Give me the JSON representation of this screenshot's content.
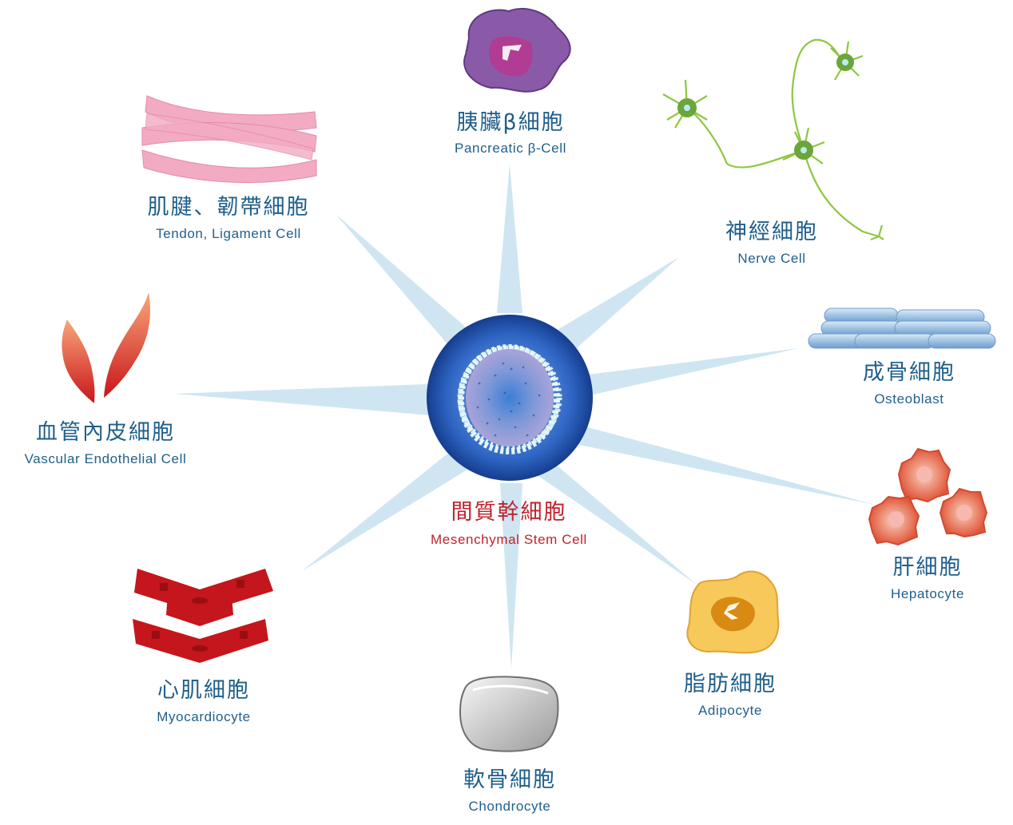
{
  "center": {
    "zh": "間質幹細胞",
    "en": "Mesenchymal Stem Cell"
  },
  "cells": [
    {
      "id": "pancreatic",
      "zh": "胰臟β細胞",
      "en": "Pancreatic β-Cell"
    },
    {
      "id": "nerve",
      "zh": "神經細胞",
      "en": "Nerve Cell"
    },
    {
      "id": "osteoblast",
      "zh": "成骨細胞",
      "en": "Osteoblast"
    },
    {
      "id": "hepatocyte",
      "zh": "肝細胞",
      "en": "Hepatocyte"
    },
    {
      "id": "adipocyte",
      "zh": "脂肪細胞",
      "en": "Adipocyte"
    },
    {
      "id": "chondrocyte",
      "zh": "軟骨細胞",
      "en": "Chondrocyte"
    },
    {
      "id": "myocardiocyte",
      "zh": "心肌細胞",
      "en": "Myocardiocyte"
    },
    {
      "id": "vascular",
      "zh": "血管內皮細胞",
      "en": "Vascular Endothelial Cell"
    },
    {
      "id": "tendon",
      "zh": "肌腱、韌帶細胞",
      "en": "Tendon, Ligament Cell"
    }
  ],
  "colors": {
    "label": "#1f5f8b",
    "center_label": "#c0222c",
    "rays": "#cfe6f2",
    "stem_outer": "#1e4fa8",
    "pancreatic": "#8a5aa8",
    "nerve": "#7cb342",
    "osteoblast": "#8fb8dc",
    "hepatocyte": "#e8654a",
    "adipocyte": "#f5c04a",
    "chondrocyte": "#b8b8b8",
    "myocardiocyte": "#c4161c",
    "vascular": "#e8452a",
    "tendon": "#f0a8c0"
  }
}
